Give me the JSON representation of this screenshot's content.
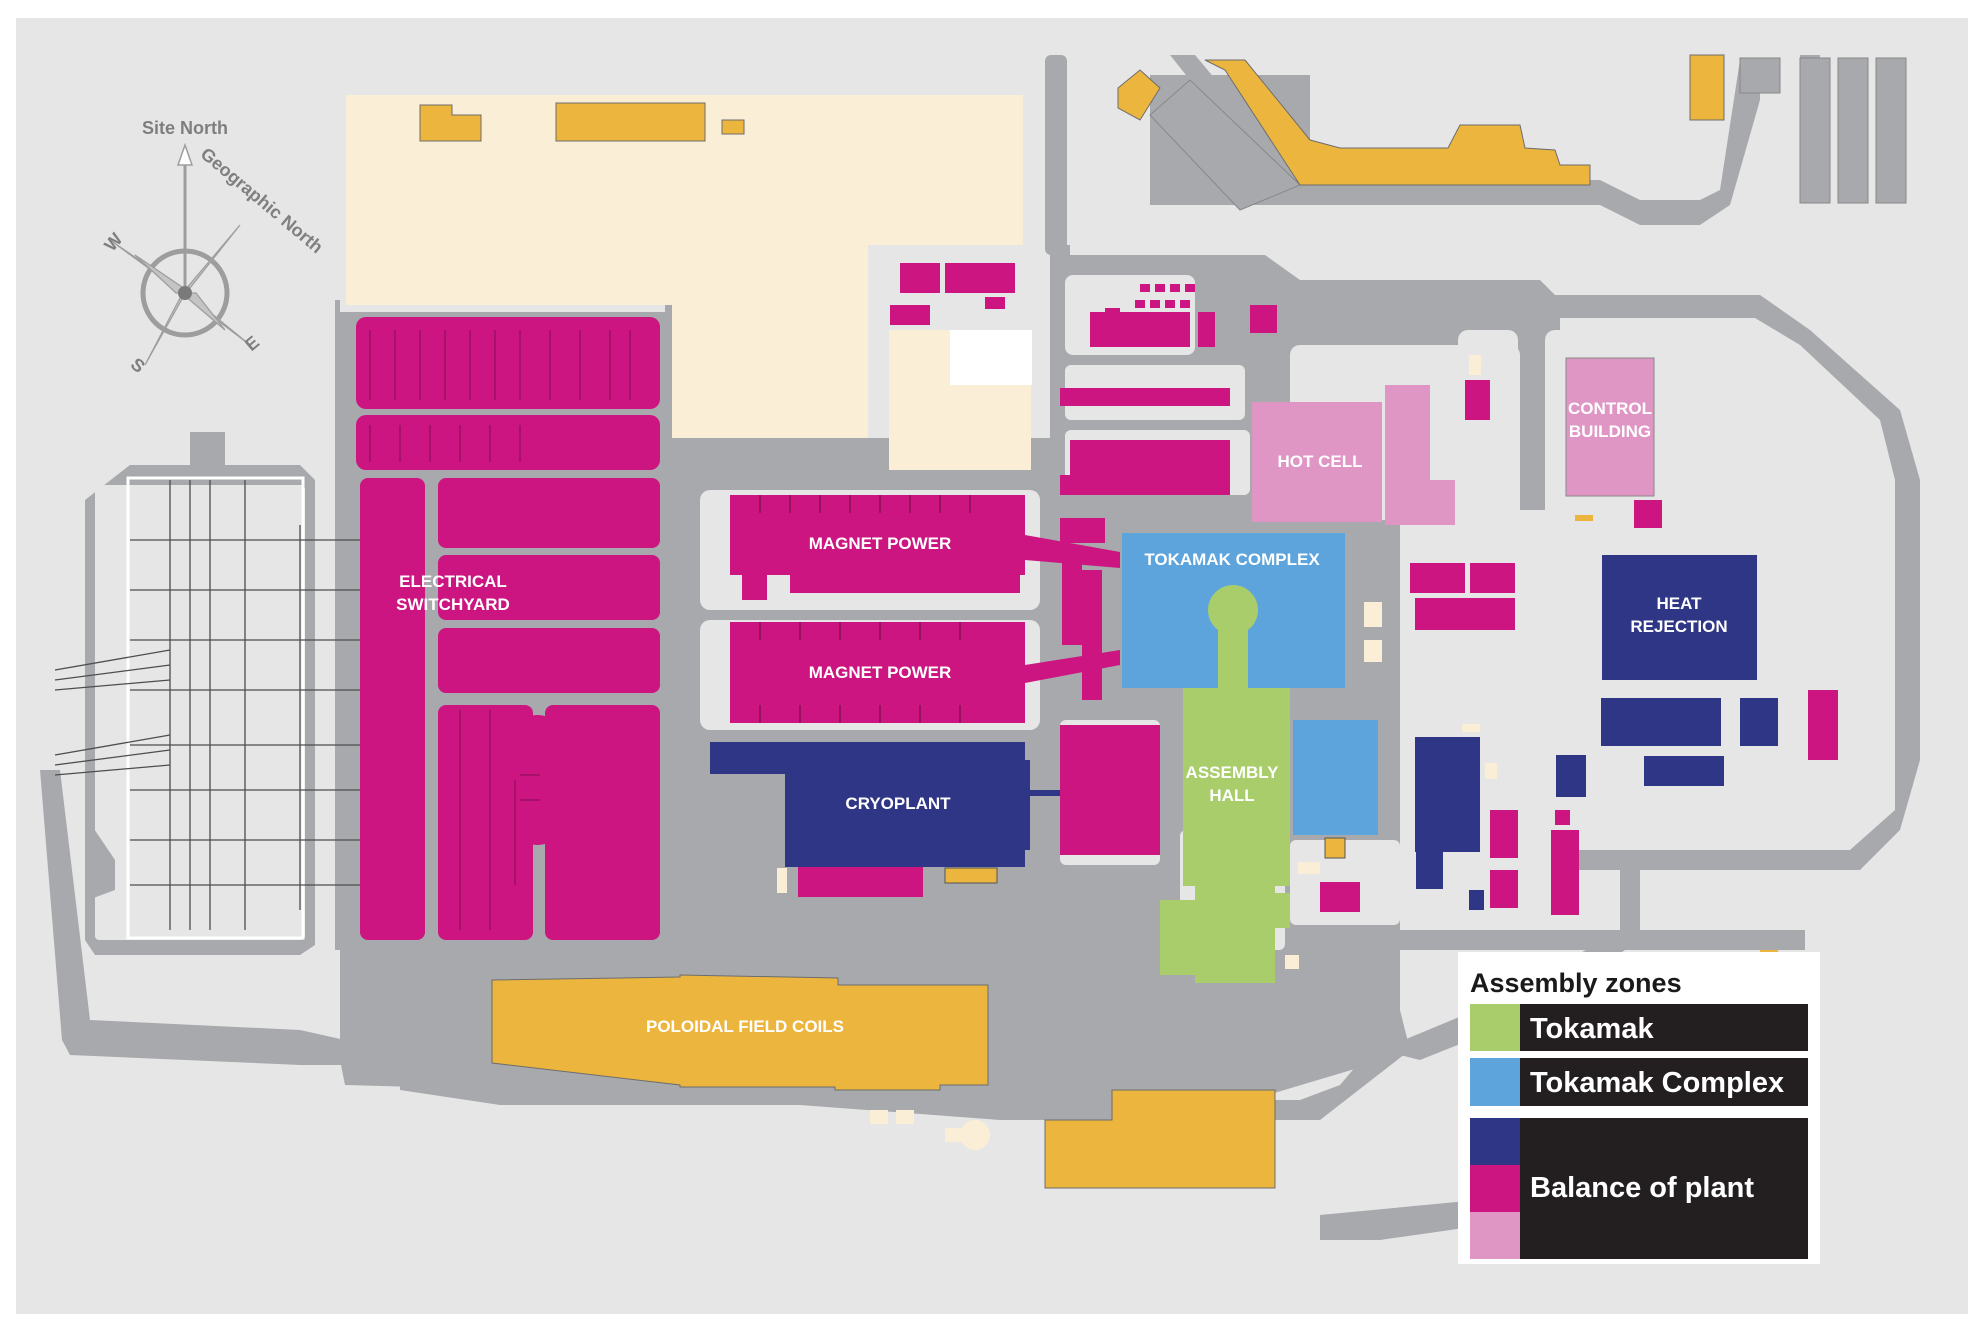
{
  "colors": {
    "background": "#e6e6e6",
    "road": "#a7a9ac",
    "tokamak": "#a9cd6a",
    "tokamak_complex": "#5da4dc",
    "balance_dark": "#2f3685",
    "balance_magenta": "#cc1580",
    "balance_pink": "#df96c5",
    "storage_yellow": "#ecb53d",
    "area_cream": "#fbeed6",
    "legend_bg": "#231f20"
  },
  "compass": {
    "site_north": "Site North",
    "geographic_north": "Geographic North",
    "west": "W",
    "east": "E",
    "south": "S"
  },
  "buildings": {
    "electrical_switchyard_line1": "ELECTRICAL",
    "electrical_switchyard_line2": "SWITCHYARD",
    "magnet_power_1": "MAGNET POWER",
    "magnet_power_2": "MAGNET POWER",
    "cryoplant": "CRYOPLANT",
    "tokamak_complex": "TOKAMAK COMPLEX",
    "assembly_hall_line1": "ASSEMBLY",
    "assembly_hall_line2": "HALL",
    "hot_cell": "HOT CELL",
    "control_building_line1": "CONTROL",
    "control_building_line2": "BUILDING",
    "heat_rejection_line1": "HEAT",
    "heat_rejection_line2": "REJECTION",
    "poloidal_field_coils": "POLOIDAL FIELD COILS"
  },
  "legend": {
    "title": "Assembly zones",
    "items": [
      {
        "label": "Tokamak",
        "colors": [
          "#a9cd6a"
        ]
      },
      {
        "label": "Tokamak Complex",
        "colors": [
          "#5da4dc"
        ]
      },
      {
        "label": "Balance of plant",
        "colors": [
          "#2f3685",
          "#cc1580",
          "#df96c5"
        ]
      }
    ]
  }
}
